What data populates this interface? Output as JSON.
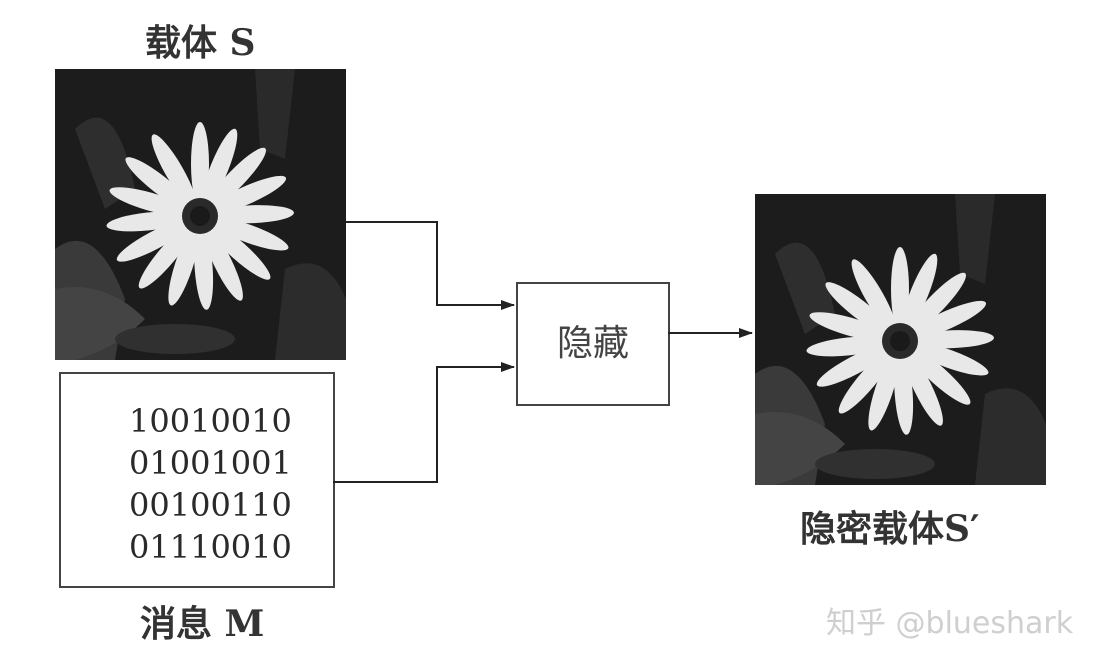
{
  "carrier": {
    "label": "载体 S"
  },
  "message": {
    "label": "消息 M",
    "bits": [
      "10010010",
      "01001001",
      "00100110",
      "01110010"
    ]
  },
  "process": {
    "label": "隐藏"
  },
  "stego": {
    "label": "隐密载体S′"
  },
  "watermark": "知乎 @blueshark",
  "colors": {
    "line": "#222222",
    "box_border": "#444444",
    "text": "#333333",
    "photo_background": "#1c1c1c",
    "petal": "#e8e8e8",
    "flower_center": "#2a2a2a",
    "watermark": "#cfcfcf"
  }
}
